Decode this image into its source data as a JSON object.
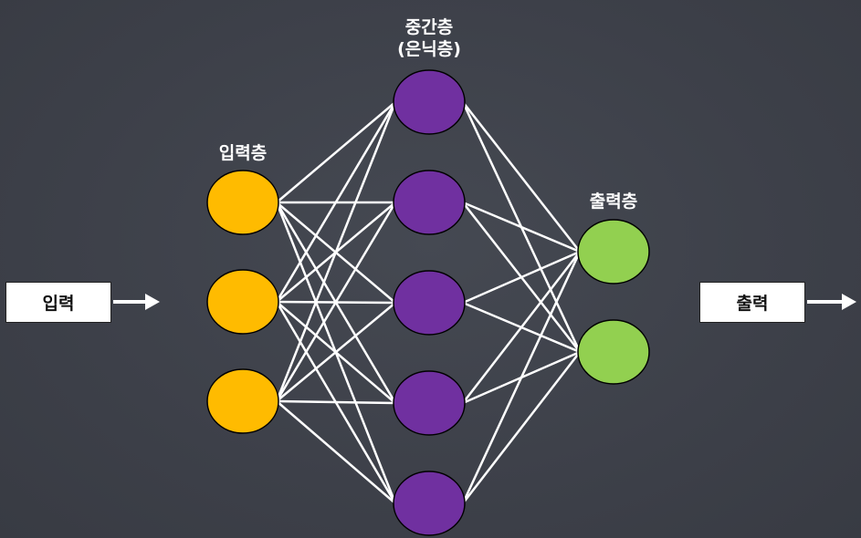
{
  "labels": {
    "input_layer": "입력층",
    "hidden_layer_line1": "중간층",
    "hidden_layer_line2": "(은닉층)",
    "output_layer": "출력층",
    "input_box": "입력",
    "output_box": "출력"
  },
  "layers": {
    "input_count": 3,
    "hidden_count": 5,
    "output_count": 2
  },
  "colors": {
    "input_node": "#ffbb00",
    "hidden_node": "#7030a0",
    "output_node": "#92d050",
    "connection": "#ffffff",
    "arrow": "#ffffff",
    "node_stroke": "#000000"
  },
  "icons": {
    "input_arrow": "right-arrow-icon",
    "output_arrow": "right-arrow-icon"
  }
}
